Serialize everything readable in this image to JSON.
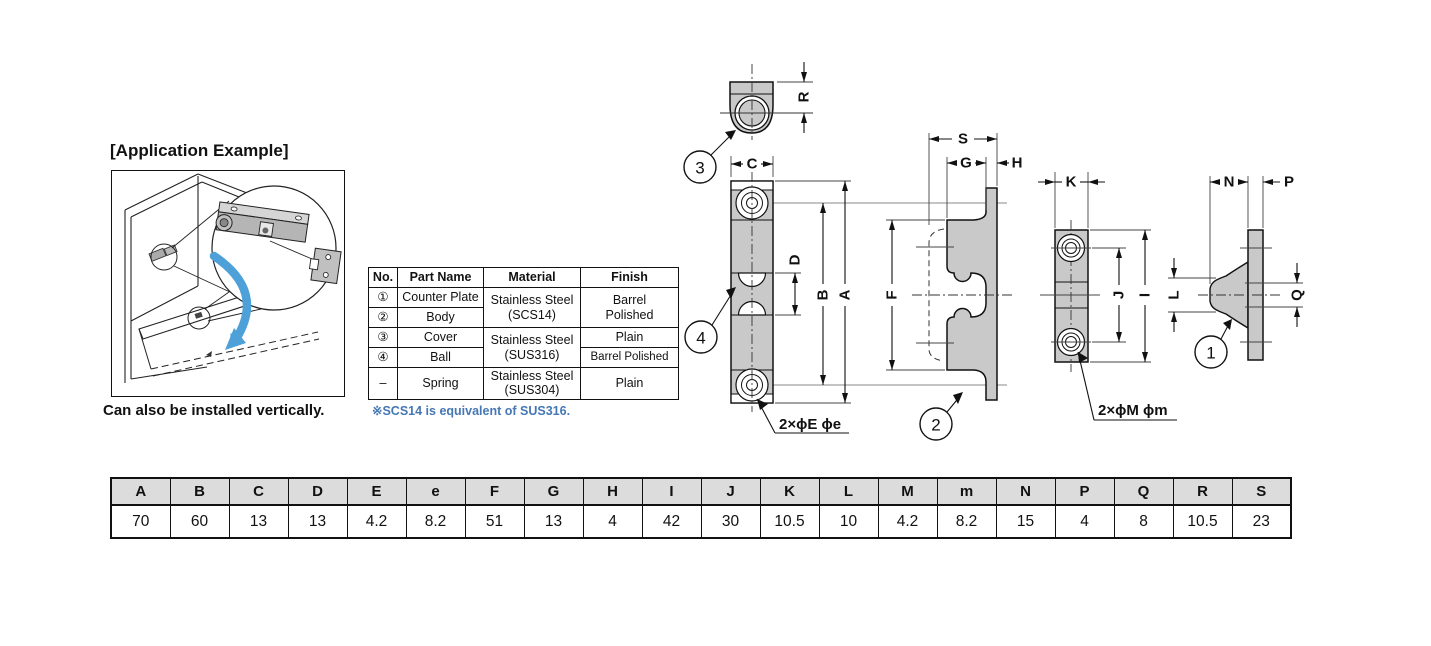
{
  "colors": {
    "line": "#111111",
    "part-fill": "#c9c9c9",
    "table-header-bg": "#dcdcdc",
    "note-blue": "#4577b5",
    "arrow-blue": "#4da0d8"
  },
  "application": {
    "title": "[Application Example]",
    "caption": "Can also be installed vertically."
  },
  "parts_table": {
    "headers": [
      "No.",
      "Part Name",
      "Material",
      "Finish"
    ],
    "rows": [
      {
        "no": "①",
        "name": "Counter Plate"
      },
      {
        "no": "②",
        "name": "Body"
      },
      {
        "no": "③",
        "name": "Cover"
      },
      {
        "no": "④",
        "name": "Ball"
      },
      {
        "no": "–",
        "name": "Spring"
      }
    ],
    "materials": [
      {
        "line1": "Stainless Steel",
        "line2": "(SCS14)"
      },
      {
        "line1": "Stainless Steel",
        "line2": "(SUS316)"
      },
      {
        "line1": "Stainless Steel",
        "line2": "(SUS304)"
      }
    ],
    "finishes": {
      "f12_line1": "Barrel",
      "f12_line2": "Polished",
      "f3": "Plain",
      "f4": "Barrel Polished",
      "f5": "Plain"
    },
    "note": "※SCS14 is equivalent of SUS316."
  },
  "drawings": {
    "balloons": {
      "b1": "1",
      "b2": "2",
      "b3": "3",
      "b4": "4"
    },
    "dims": {
      "A": "A",
      "B": "B",
      "C": "C",
      "D": "D",
      "F": "F",
      "G": "G",
      "H": "H",
      "I": "I",
      "J": "J",
      "K": "K",
      "L": "L",
      "N": "N",
      "P": "P",
      "Q": "Q",
      "R": "R",
      "S": "S"
    },
    "hole_label_body": "2×ϕE ϕe",
    "hole_label_plate": "2×ϕM ϕm"
  },
  "dim_table": {
    "headers": [
      "A",
      "B",
      "C",
      "D",
      "E",
      "e",
      "F",
      "G",
      "H",
      "I",
      "J",
      "K",
      "L",
      "M",
      "m",
      "N",
      "P",
      "Q",
      "R",
      "S"
    ],
    "values": [
      "70",
      "60",
      "13",
      "13",
      "4.2",
      "8.2",
      "51",
      "13",
      "4",
      "42",
      "30",
      "10.5",
      "10",
      "4.2",
      "8.2",
      "15",
      "4",
      "8",
      "10.5",
      "23"
    ]
  }
}
